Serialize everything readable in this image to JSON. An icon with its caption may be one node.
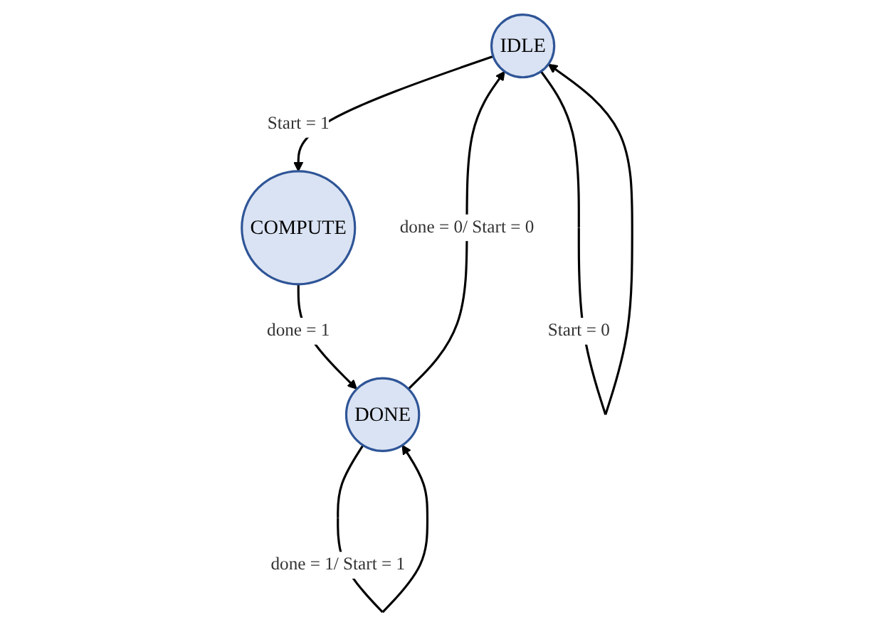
{
  "diagram": {
    "nodes": [
      {
        "text": [
          "IDLE"
        ]
      },
      {
        "text": [
          "COMPUTE"
        ]
      },
      {
        "text": [
          "DONE"
        ]
      }
    ],
    "edges": [
      {
        "from": 0,
        "to": 0,
        "arrow": "to",
        "label": "Start = 0"
      },
      {
        "from": 0,
        "to": 1,
        "arrow": "to",
        "label": "Start = 1"
      },
      {
        "from": 1,
        "to": 2,
        "arrow": "to",
        "label": "done = 1"
      },
      {
        "from": 2,
        "to": 0,
        "arrow": "to",
        "label": "done = 0/ Start = 0"
      },
      {
        "from": 2,
        "to": 2,
        "arrow": "to",
        "label": "done = 1/ Start = 1"
      }
    ]
  }
}
